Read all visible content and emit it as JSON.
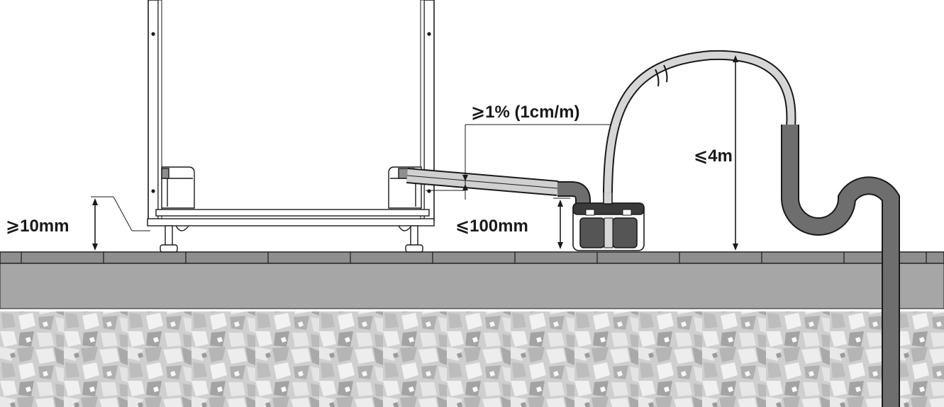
{
  "labels": {
    "clearance": "⩾10mm",
    "slope": "⩾1% (1cm/m)",
    "inlet_height": "⩽100mm",
    "lift_height": "⩽4m"
  },
  "colors": {
    "stroke": "#1a1a1a",
    "unit_fill": "#ffffff",
    "floor_slab": "#a6a6a6",
    "floor_tile": "#8e8e8e",
    "hose_dark": "#6e6e6e",
    "hose_light": "#d6d6d6",
    "aggregate_base": "#cfcfcf"
  },
  "icons": {
    "break_mark": "hose-break-icon",
    "pump": "condensate-pump-icon",
    "trap": "drain-trap-icon"
  }
}
